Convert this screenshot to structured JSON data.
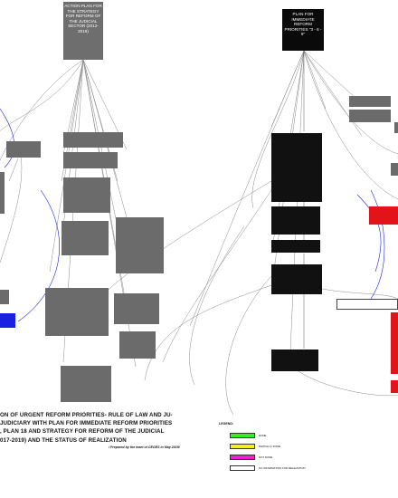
{
  "nodes": {
    "plan_2012": "ACTION PLAN FOR THE STRATEGY FOR REFORM OF THE JUDICIAL SECTOR (2012-2019)",
    "plan_369": "PLAN FOR IMMEDIATE REFORM PRIORITIES \"3 - 6 - 9\""
  },
  "heading": {
    "line1": "ON OF URGENT REFORM PRIORITIES- RULE OF LAW AND JU-",
    "line2": "JUDICIARY WITH PLAN FOR IMMEDIATE REFORM PRIORITIES",
    "line3": ", PLAN 18 AND STRATEGY FOR REFORM OF THE JUDICIAL",
    "line4": "017-2019)  AND THE STATUS OF REALIZATION"
  },
  "credit": "/ Prepared by the team of CEGES in May 2019/",
  "legend": {
    "title": "LEGEND:",
    "items": [
      {
        "label": "DONE",
        "color": "#33ee22"
      },
      {
        "label": "PARTIALLY DONE",
        "color": "#f4f01c"
      },
      {
        "label": "NOT DONE",
        "color": "#ee22cc"
      },
      {
        "label": "NO INFORMATION FOR REALIZATION",
        "color": "#ffffff"
      }
    ]
  },
  "colors": {
    "grey": "#6b6b6b",
    "black": "#111111",
    "blue": "#1a20e0",
    "red": "#e2141a",
    "line": "#777777",
    "accent_line": "#1a20e0"
  }
}
